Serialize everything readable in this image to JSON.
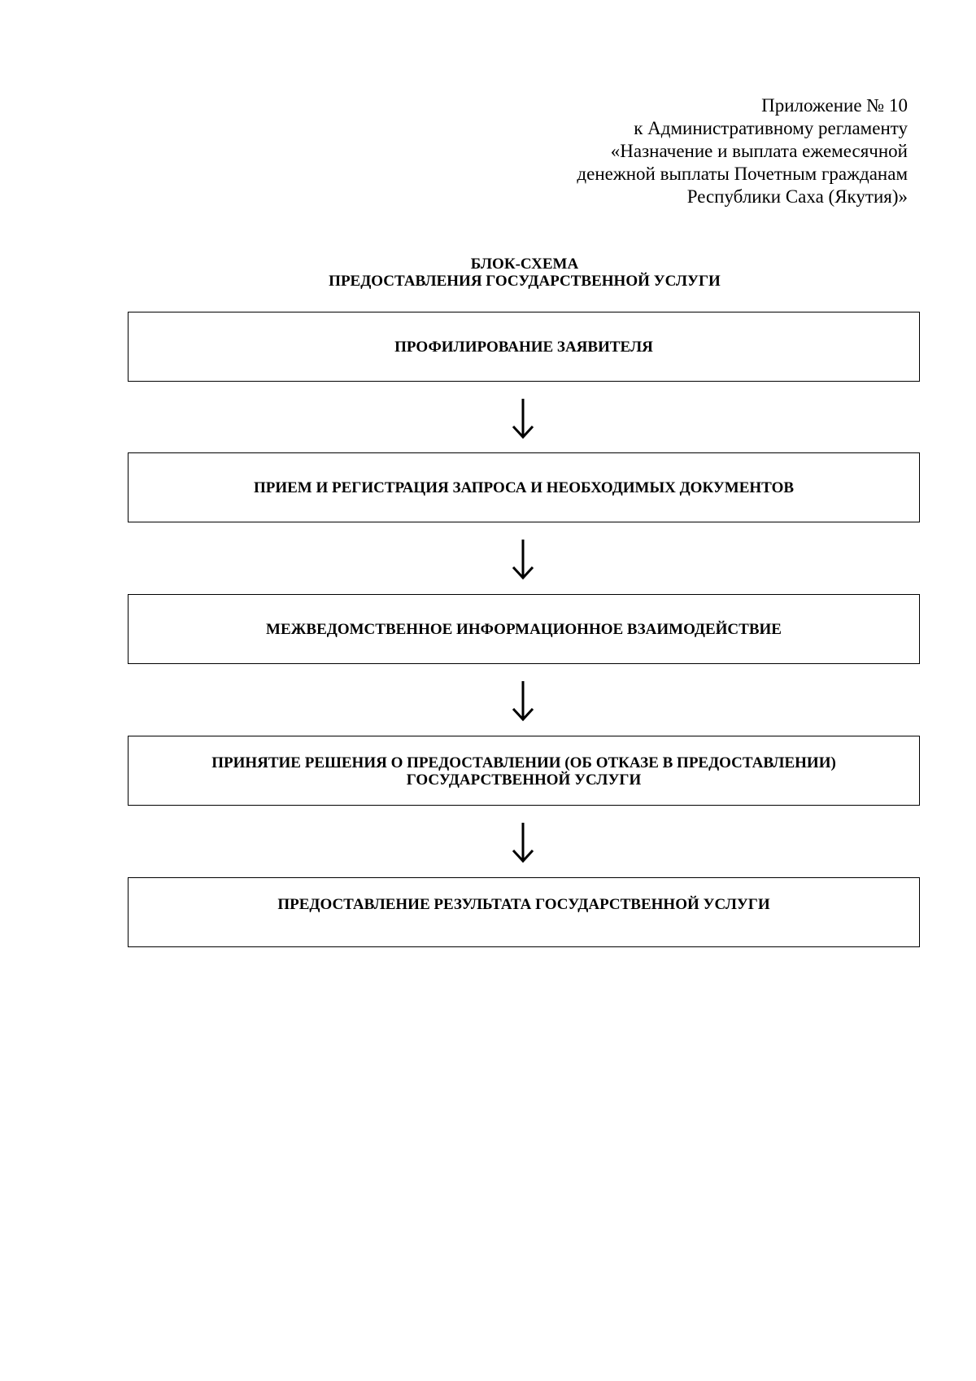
{
  "header": {
    "lines": [
      "Приложение № 10",
      "к Административному регламенту",
      "«Назначение и выплата ежемесячной",
      "денежной выплаты Почетным гражданам",
      "Республики Саха (Якутия)»"
    ]
  },
  "title": {
    "line1": "БЛОК-СХЕМА",
    "line2": "ПРЕДОСТАВЛЕНИЯ ГОСУДАРСТВЕННОЙ УСЛУГИ"
  },
  "steps": [
    {
      "label": "ПРОФИЛИРОВАНИЕ ЗАЯВИТЕЛЯ"
    },
    {
      "label": "ПРИЕМ И РЕГИСТРАЦИЯ ЗАПРОСА И НЕОБХОДИМЫХ ДОКУМЕНТОВ"
    },
    {
      "label": "МЕЖВЕДОМСТВЕННОЕ ИНФОРМАЦИОННОЕ ВЗАИМОДЕЙСТВИЕ"
    },
    {
      "label": "ПРИНЯТИЕ РЕШЕНИЯ О ПРЕДОСТАВЛЕНИИ (ОБ ОТКАЗЕ В ПРЕДОСТАВЛЕНИИ)\nГОСУДАРСТВЕННОЙ УСЛУГИ"
    },
    {
      "label": "ПРЕДОСТАВЛЕНИЕ РЕЗУЛЬТАТА ГОСУДАРСТВЕННОЙ УСЛУГИ"
    }
  ],
  "colors": {
    "line": "#000000",
    "background": "#ffffff"
  }
}
